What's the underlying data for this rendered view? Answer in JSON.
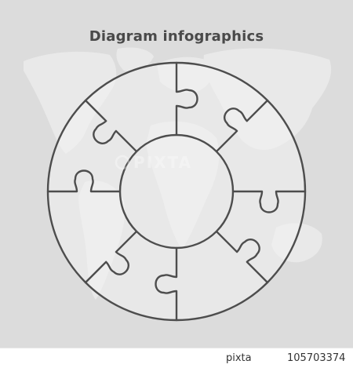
{
  "title": "Diagram infographics",
  "segment_count": 8,
  "watermark": {
    "brand": "PIXTA"
  },
  "footer": {
    "brand": "pixta",
    "stock_id": "105703374"
  },
  "colors": {
    "background": "#dcdcdc",
    "map": "#e9e9e9",
    "ring_fill": "#f2f2f2",
    "center_fill": "#f4f4f4",
    "outline": "#4d4d4d",
    "title": "#4a4a4a"
  }
}
